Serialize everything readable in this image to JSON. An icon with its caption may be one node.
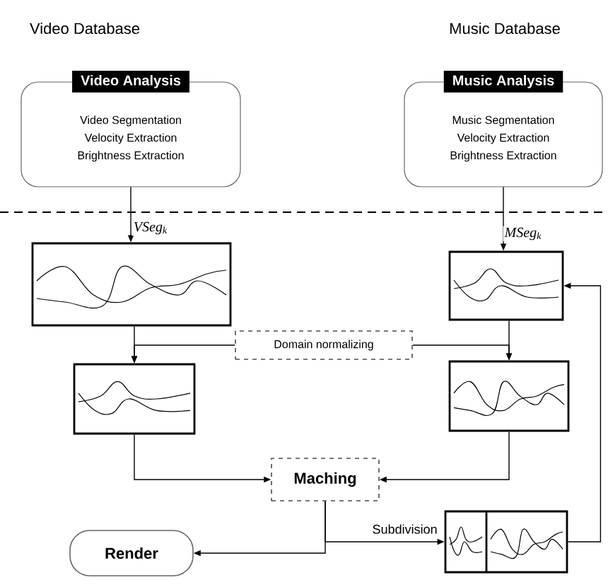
{
  "diagram": {
    "nodes": [
      {
        "text": [
          "Video Analysis",
          "Video Segmentation",
          "Velocity Extraction",
          "Brightness Extraction"
        ]
      },
      {
        "text": [
          "Music Analysis",
          "Music Segmentation",
          "Velocity Extraction",
          "Brightness Extraction"
        ]
      },
      {
        "text": [],
        "shape": "picture"
      },
      {
        "text": [],
        "shape": "picture"
      },
      {
        "text": [
          "Domain normalizing"
        ]
      },
      {
        "text": [],
        "shape": "picture"
      },
      {
        "text": [],
        "shape": "picture"
      },
      {
        "text": [
          "Maching"
        ]
      },
      {
        "text": [
          "Render"
        ]
      },
      {
        "text": [],
        "shape": "picture"
      }
    ],
    "edges": [
      {
        "from": 0,
        "to": 2,
        "arrow": "to",
        "label": "VSeg$_{k}$"
      },
      {
        "from": 1,
        "to": 3,
        "arrow": "to",
        "label": "MSeg$_{k}$"
      },
      {
        "from": 2,
        "to": 5,
        "arrow": "to"
      },
      {
        "from": 4,
        "to": 5,
        "arrow": "to"
      },
      {
        "from": 4,
        "to": 6,
        "arrow": "to"
      },
      {
        "from": 3,
        "to": 6,
        "arrow": "to"
      },
      {
        "from": 5,
        "to": 7,
        "arrow": "to"
      },
      {
        "from": 6,
        "to": 7,
        "arrow": "to"
      },
      {
        "from": 7,
        "to": 8,
        "arrow": "to"
      },
      {
        "from": 7,
        "to": 9,
        "arrow": "to",
        "label": "Subdivision"
      },
      {
        "from": 9,
        "to": 3,
        "arrow": "to"
      }
    ],
    "labels": [
      "Video Database",
      "Music Database"
    ]
  }
}
